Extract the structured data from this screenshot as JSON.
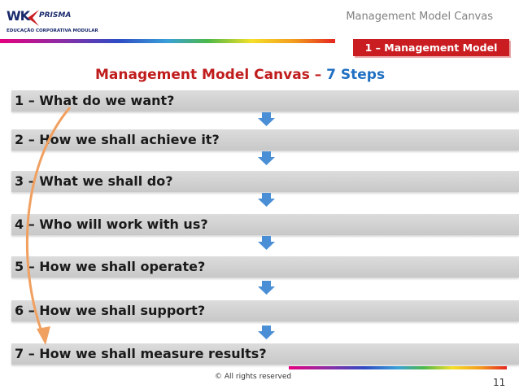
{
  "logo": {
    "brand_wk": "WK",
    "brand_prisma": "PRISMA",
    "tagline": "EDUCAÇÃO CORPORATIVA MODULAR"
  },
  "header": {
    "title": "Management Model Canvas",
    "badge": "1 – Management Model"
  },
  "heading": {
    "part1": "Management Model Canvas – ",
    "part2": "7 Steps"
  },
  "steps": [
    {
      "label": "1 – What do we want?"
    },
    {
      "label": "2 – How we shall achieve it?"
    },
    {
      "label": "3 – What we shall do?"
    },
    {
      "label": "4 – Who will work with us?"
    },
    {
      "label": "5 – How we shall operate?"
    },
    {
      "label": "6 – How  we shall support?"
    },
    {
      "label": "7 – How we shall measure results?"
    }
  ],
  "footer": {
    "copyright": "© All rights reserved",
    "page_number": "11"
  },
  "colors": {
    "badge_bg": "#c91d21",
    "heading_red": "#c01c1c",
    "heading_blue": "#1f6fc2",
    "arrow_blue": "#4a8fd6",
    "curve_orange": "#f0a060"
  }
}
